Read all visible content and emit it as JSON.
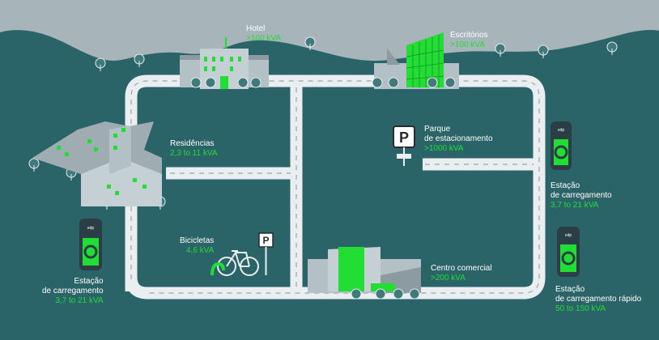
{
  "colors": {
    "sky": "#a7b4b9",
    "ground": "#2b6468",
    "road": "#eaeef0",
    "building": "#b3c0c5",
    "building_dark": "#8c9ba1",
    "accent_green": "#22dd33",
    "charger_body": "#2c3e45"
  },
  "labels": {
    "hotel": {
      "name": "Hotel",
      "power": ">100 kVA"
    },
    "escritorios": {
      "name": "Escritórios",
      "power": ">100 kVA"
    },
    "residencias": {
      "name": "Residências",
      "power": "2,3 to 11 kVA"
    },
    "parque": {
      "line1": "Parque",
      "line2": "de estacionamento",
      "power": ">1000 kVA"
    },
    "estacao_right": {
      "line1": "Estação",
      "line2": "de carregamento",
      "power": "3,7 to 21 kVA"
    },
    "bicicletas": {
      "name": "Bicicletas",
      "power": "4,6 kVA"
    },
    "centro": {
      "name": "Centro comercial",
      "power": ">200 kVA"
    },
    "estacao_left": {
      "line1": "Estação",
      "line2": "de carregamento",
      "power": "3,7 to 21 kVA"
    },
    "estacao_rapido": {
      "line1": "Estação",
      "line2": "de carregamento rápido",
      "power": "50 to 150 kVA"
    }
  },
  "parking_sign": "P",
  "charger_brand": "edp"
}
